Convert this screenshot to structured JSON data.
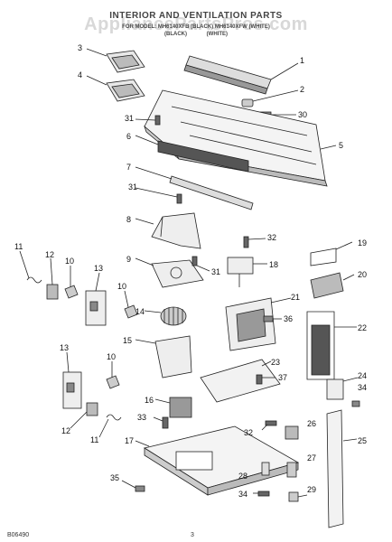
{
  "header": {
    "title": "INTERIOR AND VENTILATION PARTS",
    "subtitle": "FOR MODEL: MH6140XFB (BLACK) MH6140XFW (WHITE)",
    "variant_black": "(BLACK)",
    "variant_white": "(WHITE)"
  },
  "watermark": "AppliancePartsPros.com",
  "footer": {
    "code": "B06490",
    "page": "3"
  },
  "callouts": [
    "1",
    "2",
    "3",
    "4",
    "5",
    "6",
    "7",
    "8",
    "9",
    "10",
    "10",
    "10",
    "11",
    "11",
    "12",
    "12",
    "13",
    "13",
    "14",
    "15",
    "16",
    "17",
    "18",
    "19",
    "20",
    "21",
    "22",
    "23",
    "24",
    "25",
    "26",
    "27",
    "28",
    "29",
    "30",
    "31",
    "31",
    "31",
    "32",
    "32",
    "33",
    "34",
    "34",
    "35",
    "36",
    "37"
  ]
}
